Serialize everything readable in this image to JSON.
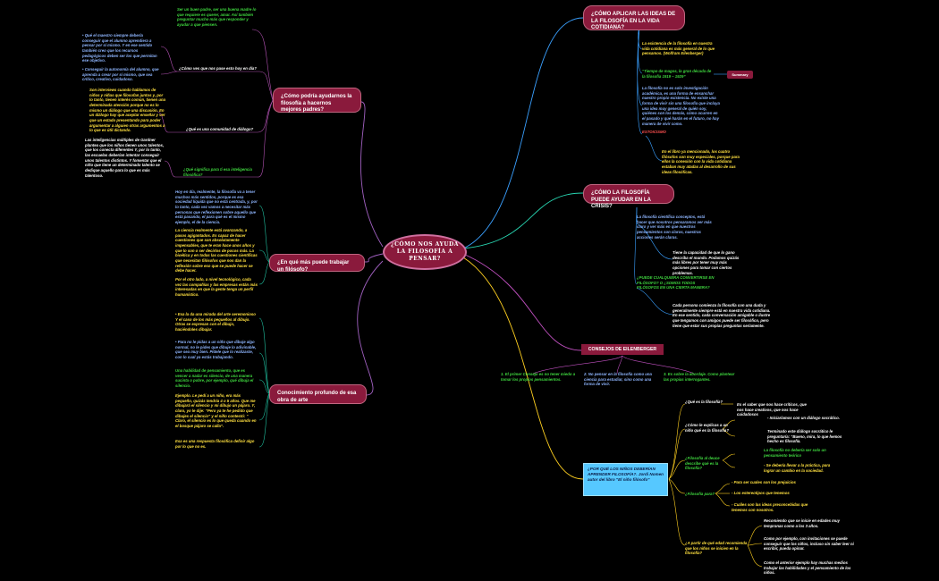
{
  "central": {
    "line1": "¿CÓMO NOS AYUDA",
    "line2": "LA FILOSOFÍA A",
    "line3": "PENSAR?"
  },
  "topics": {
    "ayudarnos": "¿Cómo podría ayudarnos la filosofía a hacernos mejores padres?",
    "trabajar": "¿En qué más puede trabajar un filósofo?",
    "conocimiento": "Conocimiento profundo de esa obra de arte",
    "aplicar": "¿CÓMO APLICAR LAS IDEAS DE LA FILOSOFÍA EN LA VIDA COTIDIANA?",
    "crisis": "¿CÓMO LA FILOSOFÍA PUEDE AYUDAR EN LA CRISIS?",
    "consejos": "CONSEJOS DE EILENBERGER",
    "porque": "¿POR QUÉ LOS NIÑOS DEBERÍAN APRENDER FILOSOFÍA?. Jordi Nomen autor del libro \"El niño filósofo\""
  },
  "left": {
    "ser_buen_padre": "Ser un buen padre, ser una buena madre lo que requiere es querer, amar. Así también preguntar mucho más que responder y ayudar a que piensen.",
    "maestro": "• Qué el maestro siempre debería conseguir que el alumno aprendiera a pensar por sí mismo. Y en ese sentido también creo que los recursos pedagógicos deben ser los que permitan ese objetivo.",
    "autonomia": "• Conseguir la autonomía del alumno, que aprenda a crear por sí mismo, que sea crítico, creativo, cuidadoso.",
    "como_ves": "¿Cómo ves que nos pase esto hoy en día?",
    "entrevistas": "Son interviews cuando hablamos de niños y niñas que filosofan juntos y, por lo tanto, tienen interés común, tienen una determinada atención porque no es lo mismo un diálogo que una discusión. En un diálogo hay que aceptar enseñar y ver que un estado presentando para poder argumentar a alguien otras argumentos a lo que es útil dictando.",
    "comunidad": "¿Qué es una comunidad de diálogo?",
    "gardner": "Las inteligencias múltiples de Gardner plantea que los niños tienen unos talentos, que los conecta diferentes Y, por lo tanto, las escuelas deberían intentar conseguir unos talentos distintos. Y fomentar que el niño que tiene un determinado talento se dedique aquello para lo que es más talentoso.",
    "inteligencia": "¿Qué significa para ti esa inteligencia filosófica?",
    "hoy_en_dia": "Hoy en día, realmente, la filosofía va a tener muchos más sentidos, porque es esa sociedad líquida que no está centrada, y, por lo tanto, cada vez vamos a necesitar más personas que reflexionen sobre aquello que está pasando, el para qué es el mismo ejemplo, el de la ciencia.",
    "ciencia": "La ciencia realmente está avanzando, a pasos agigantados. Es capaz de hacer cuestiones que son absolutamente impensables, que te eran hace unos años y que lo son o ser decirlos de pocos más. La bioética y en todas las cuestiones científicas que necesitan filósofos que nos dan la reflexión sobre eso que se puede hacer se debe hacer.",
    "mundo_laboral": "Por el otro lado, a nivel tecnológico, cada vez las compañías y las empresas están más interesadas en que la gente tenga un perfil humanístico.",
    "mirada": "• Esa la da una mirada del arte seremonioso Y el caso de los más pequeños al dibujo. Otras se expresan con el dibujo, haciéndoles dibujar.",
    "nino_pinta": "• Para no le pidas a un niño que dibuje algo normal, no le pides que dibuje lo adivinable, que sea muy bien. Pídele que lo realizaste, con lo cual ya estás trabajando.",
    "habilidad": "Una habilidad de pensamiento, que es vencer a nadar es silencio, de una manera sucinta o pobre, por ejemplo, qué dibuja el silencio.",
    "ejemplo": "Ejemplo. Le pedí a un niño, era más pequeño, quizás tendría 4 o 5 años. Que me dibujará el silencio y mi dibujo un pájaro. Y, claro, yo le dije: “Pero ya te he pedido que dibujes el silencio” y el niño contestó: “ Claro, el silencio es lo que queda cuando en el bosque pájaro se calla”.",
    "respuesta": "Esa es una respuesta filosófica definir algo por lo que no es."
  },
  "right": {
    "existencia": "La existencia de la filosofía en nuestra vida cotidiana es más general de lo que pensamos. (Wolfram Eilenberger)",
    "tiempo_magos": "“Tiempo de magos, la gran década de la filosofía 1919 – 1929”",
    "summary": "Summary",
    "filosofia_no_es": "La filosofía no es solo investigación académica, es una forma de ensanchar nuestro propio existencia. No existe una forma de vivir sin una filosofía que incluya una idea muy general de quién soy, quiénes son los demás, cómo ocurren en el pasado y qué harán en el futuro, no hay manera de vivir como.",
    "estoicismo": "ESTOICISMO",
    "libro": "En el libro ya mencionado, los cuatro filósofos son muy especiales, porque para ellos la conexión con la vida cotidiana estaban muy atadas al desarrollo de sus ideas filosóficas.",
    "critica": "La filosofía científica conceptos, está hacer que nosotros pensaramos ver más claro y ver más en que nuestros pensamientos son claros, nuestras acciones serán claras.",
    "capacidad": "Tiene la capacidad de que lo gano describa el mundo. Podamos quizás más libres por tener muy más opciones para tomar con ciertos problemas.",
    "cualquiera": "¿PUEDE CUALQUIERA CONVERTIRSE EN FILÓSOFO? O ¿SOMOS TODOS FILÓSOFOS EN UNA CIERTA MANERA?",
    "persona": "Cada persona comienza la filosofía con una duda y generalmente siempre está en nuestra vida cotidiana. En ese sentido, cada conversación amigable o ilustre que tengamos con amigos puede ser filosófico, pero tiene que estar sus propias preguntas seriamente."
  },
  "consejos_items": [
    "1. El primer Consejo es no tener miedo a tomar los propios pensamientos.",
    "2. No pensar en la filosofía como una ciencia para estudiar, sino como una forma de vivir.",
    "3. Es sobre la abordaje. Como plantear las propias interrogantes."
  ],
  "ninos": {
    "q1": "¿Qué es la filosofía?",
    "a1": "Es el saber que nos hace críticos, que nos hace creativos, que nos hace cuidadosos",
    "q2": "¿Cómo le explicas a un niño qué es la filosofía?",
    "a2a": "- Iniciaríamos con un diálogo socrático.",
    "a2b": "Terminado este diálogo socrático le preguntaría: “Bueno, mira, lo que hemos hecho es filosofía.",
    "q3": "¿Filosofía al deuce describe qué es la filosofía?",
    "a3a": "La filosofía no debería ser solo un pensamiento teórico",
    "a3b": "- Se debería llevar a la práctica, para lograr un cambio en la sociedad.",
    "q4": "¿Filosofía para?",
    "a4a": "- Para ser cuales son los prejuicios",
    "a4b": "- Los estereotipos que tenemos",
    "a4c": "- Cuáles son las ideas preconcebidas que tenemos con nosotros.",
    "q5": "¿A partir de qué edad recomienda que los niños se inicien en la filosofía?",
    "a5a": "Recomiendo que se inicie en edades muy tempranas como a los 3 años.",
    "a5b": "Como por ejemplo, con invitaciones se puede conseguir que los niños, incluso sin saber leer ni escribir, pueda opinar.",
    "a5c": "Como el anterior ejemplo hay muchas medios trabajar las habilidades y el pensamiento de los niños."
  },
  "colors": {
    "background": "#000000",
    "topic": "#8a1a3c",
    "accent_blue": "#56c8ff"
  }
}
